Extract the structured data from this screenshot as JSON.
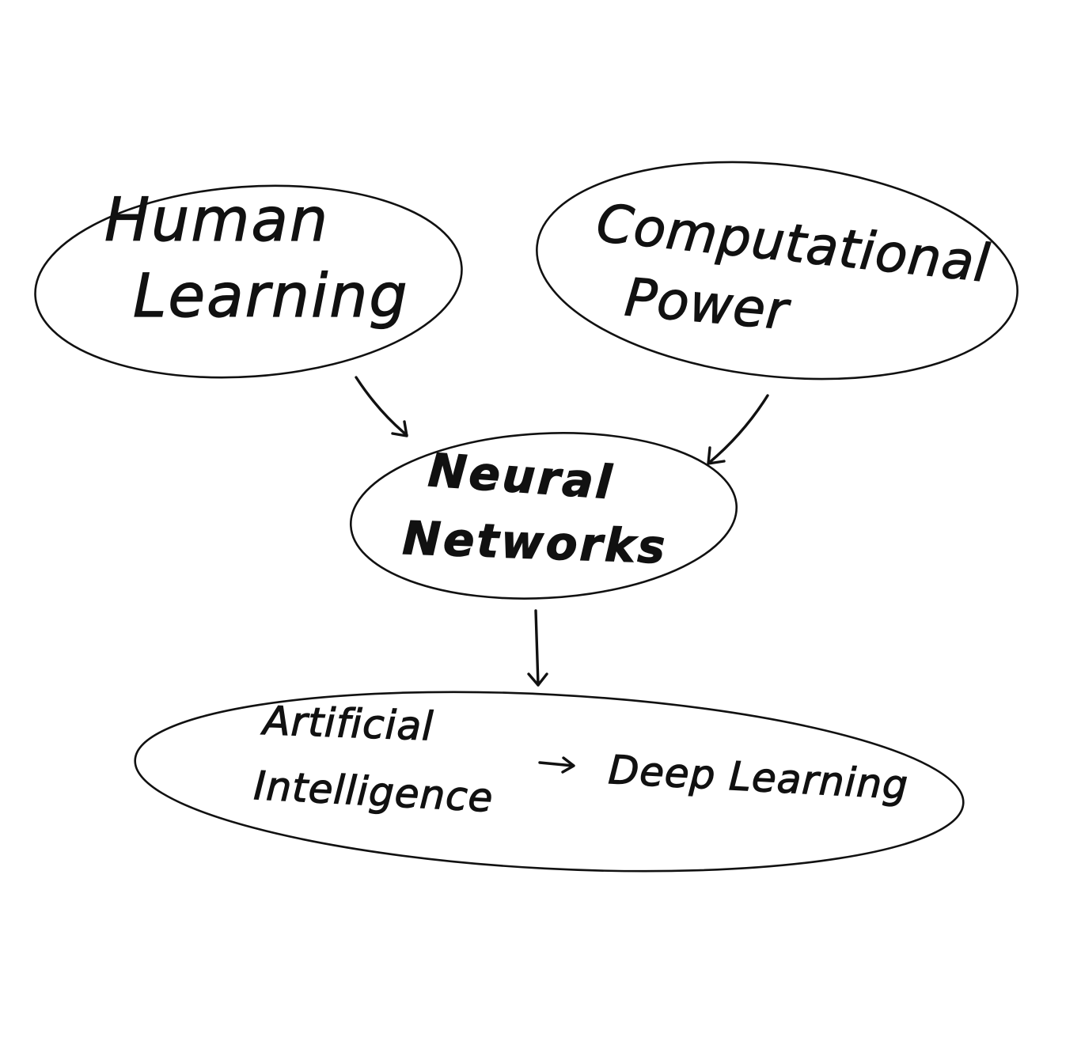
{
  "nodes": {
    "human_learning": {
      "line1": "Human",
      "line2": "Learning"
    },
    "computational_power": {
      "line1": "Computational",
      "line2": "Power"
    },
    "neural_networks": {
      "line1": "Neural",
      "line2": "Networks"
    },
    "ai": {
      "line1": "Artificial",
      "line2": "Intelligence"
    },
    "deep_learning": {
      "label": "Deep Learning"
    }
  },
  "edges": [
    {
      "from": "Human Learning",
      "to": "Neural Networks"
    },
    {
      "from": "Computational Power",
      "to": "Neural Networks"
    },
    {
      "from": "Neural Networks",
      "to": "Artificial Intelligence"
    },
    {
      "from": "Artificial Intelligence",
      "to": "Deep Learning"
    }
  ],
  "colors": {
    "ink": "#111111",
    "background": "#ffffff"
  }
}
